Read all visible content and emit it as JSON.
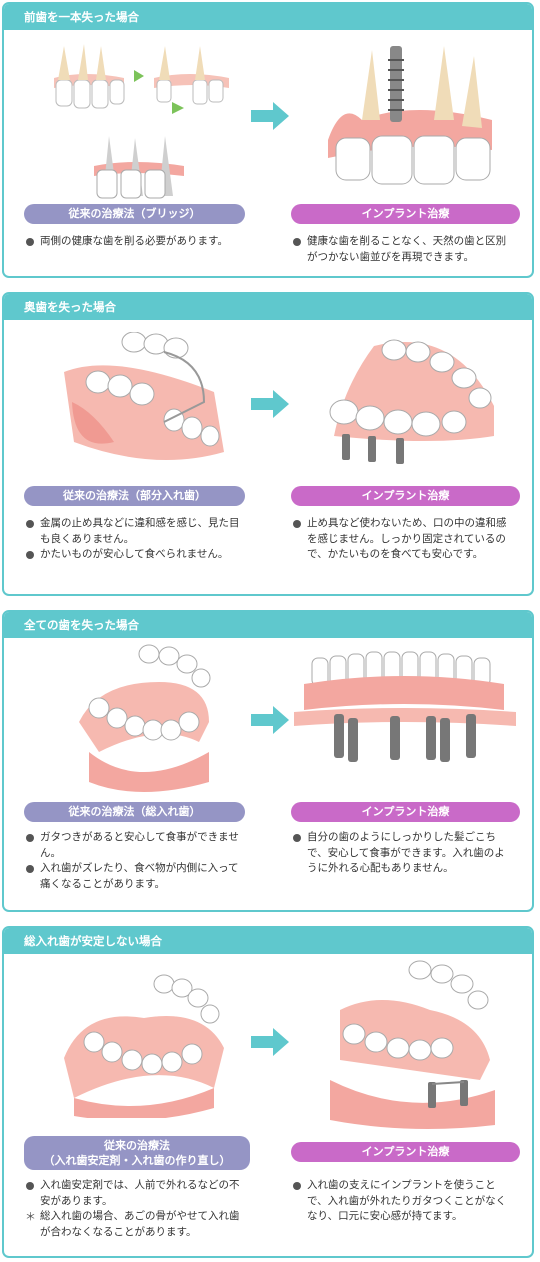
{
  "sections": [
    {
      "title": "前歯を一本失った場合",
      "old_label": "従来の治療法（ブリッジ）",
      "new_label": "インプラント治療",
      "old_points": [
        "両側の健康な歯を削る必要があります。"
      ],
      "new_points": [
        "健康な歯を削ることなく、天然の歯と区別がつかない歯並びを再現できます。"
      ]
    },
    {
      "title": "奥歯を失った場合",
      "old_label": "従来の治療法（部分入れ歯）",
      "new_label": "インプラント治療",
      "old_points": [
        "金属の止め具などに違和感を感じ、見た目も良くありません。",
        "かたいものが安心して食べられません。"
      ],
      "new_points": [
        "止め具など使わないため、口の中の違和感を感じません。しっかり固定されているので、かたいものを食べても安心です。"
      ]
    },
    {
      "title": "全ての歯を失った場合",
      "old_label": "従来の治療法（総入れ歯）",
      "new_label": "インプラント治療",
      "old_points": [
        "ガタつきがあると安心して食事ができません。",
        "入れ歯がズレたり、食べ物が内側に入って痛くなることがあります。"
      ],
      "new_points": [
        "自分の歯のようにしっかりした髪ごこちで、安心して食事ができます。入れ歯のように外れる心配もありません。"
      ]
    },
    {
      "title": "総入れ歯が安定しない場合",
      "old_label": "従来の治療法",
      "old_label_2": "（入れ歯安定剤・入れ歯の作り直し）",
      "new_label": "インプラント治療",
      "old_points": [
        "入れ歯安定剤では、人前で外れるなどの不安があります。"
      ],
      "old_notes": [
        "総入れ歯の場合、あごの骨がやせて入れ歯が合わなくなることがあります。"
      ],
      "new_points": [
        "入れ歯の支えにインプラントを使うことで、入れ歯が外れたりガタつくことがなくなり、口元に安心感が持てます。"
      ]
    }
  ],
  "colors": {
    "header": "#5fc8cd",
    "arrow": "#5fc8cd",
    "old_pill": "#9595c5",
    "new_pill": "#c96ac8",
    "gum": "#f3a7a0"
  },
  "icons": [
    "right-arrow-icon",
    "bullet-dot-icon",
    "asterisk-icon"
  ]
}
